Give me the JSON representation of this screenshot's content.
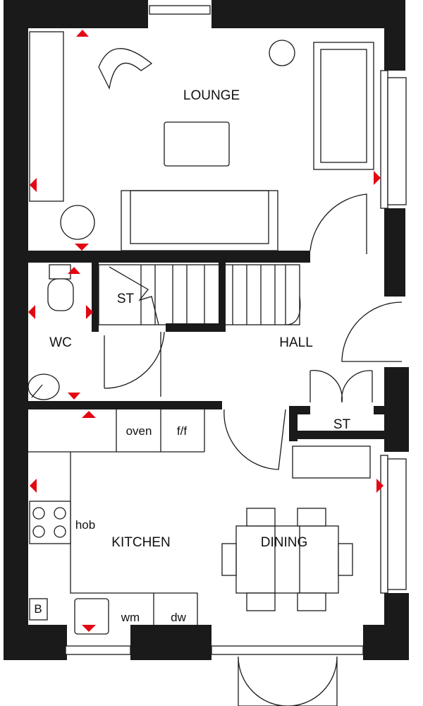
{
  "rooms": {
    "lounge": "LOUNGE",
    "wc": "WC",
    "stair_store": "ST",
    "hall": "HALL",
    "hall_store": "ST",
    "kitchen": "KITCHEN",
    "dining": "DINING"
  },
  "appliances": {
    "oven": "oven",
    "fridge_freezer": "f/f",
    "hob": "hob",
    "boiler": "B",
    "washing_machine": "wm",
    "dishwasher": "dw"
  },
  "colors": {
    "wall": "#1a1a1a",
    "marker": "#e30613"
  }
}
